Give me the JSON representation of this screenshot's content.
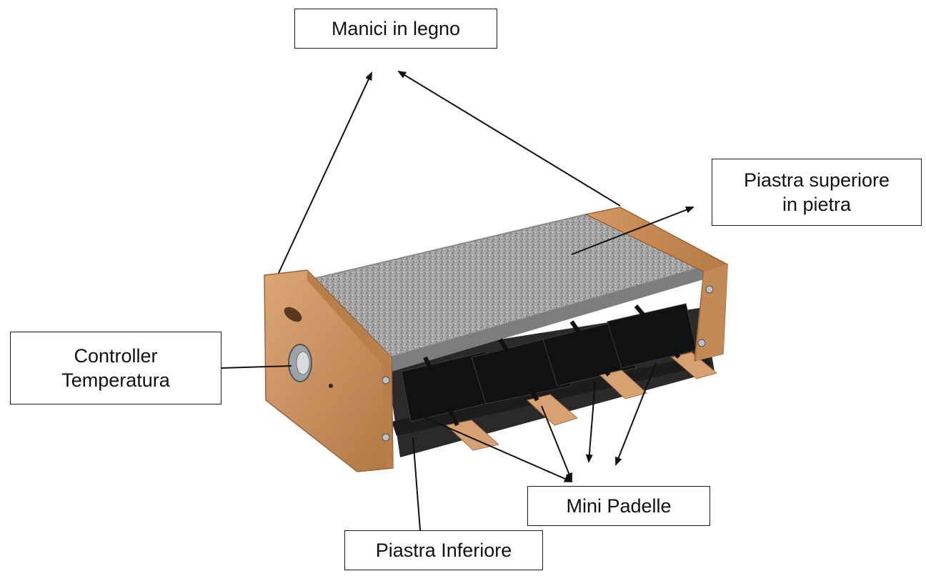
{
  "labels": {
    "manici": "Manici in legno",
    "piastra_superiore": {
      "line1": "Piastra superiore",
      "line2": "in pietra"
    },
    "controller": {
      "line1": "Controller",
      "line2": "Temperatura"
    },
    "mini_padelle": "Mini Padelle",
    "piastra_inferiore": "Piastra Inferiore"
  },
  "colors": {
    "wood": "#c98f5e",
    "wood_dark": "#a8703f",
    "stone": "#9a9a9a",
    "tray": "#2b2b2b",
    "line": "#111111"
  }
}
